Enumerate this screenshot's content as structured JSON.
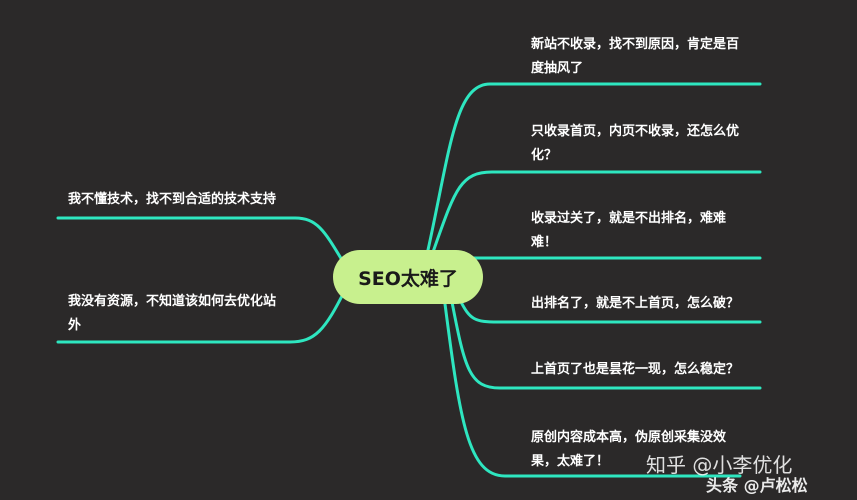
{
  "center": {
    "label": "SEO太难了"
  },
  "branches": {
    "left": [
      {
        "text": "我不懂技术，找不到合适的技术支持"
      },
      {
        "text": "我没有资源，不知道该如何去优化站外"
      }
    ],
    "right": [
      {
        "text": "新站不收录，找不到原因，肯定是百度抽风了"
      },
      {
        "text": "只收录首页，内页不收录，还怎么优化？"
      },
      {
        "text": "收录过关了，就是不出排名，难难难！"
      },
      {
        "text": "出排名了，就是不上首页，怎么破？"
      },
      {
        "text": "上首页了也是昙花一现，怎么稳定？"
      },
      {
        "text": "原创内容成本高，伪原创采集没效果，太难了！"
      }
    ]
  },
  "watermark": {
    "zhihu": "知乎 @小李优化",
    "toutiao": "头条 @卢松松"
  },
  "colors": {
    "line": "#2ee6c0",
    "background": "#2b2929",
    "center_fill": "#c8f08e",
    "text": "#ffffff"
  }
}
